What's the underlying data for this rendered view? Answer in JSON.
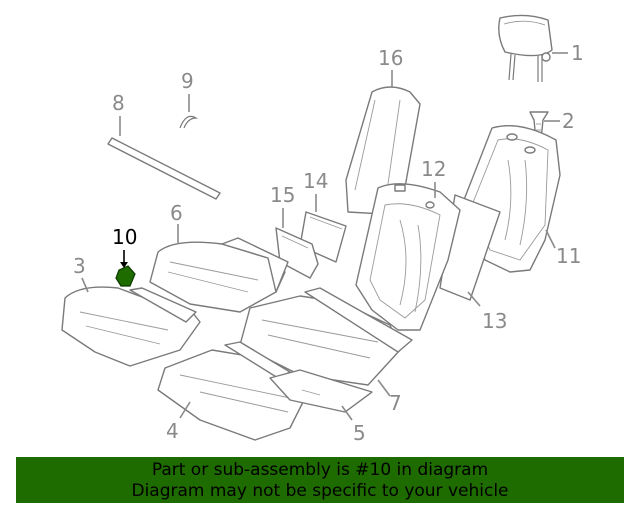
{
  "callouts": [
    {
      "id": "1",
      "label": "1"
    },
    {
      "id": "2",
      "label": "2"
    },
    {
      "id": "3",
      "label": "3"
    },
    {
      "id": "4",
      "label": "4"
    },
    {
      "id": "5",
      "label": "5"
    },
    {
      "id": "6",
      "label": "6"
    },
    {
      "id": "7",
      "label": "7"
    },
    {
      "id": "8",
      "label": "8"
    },
    {
      "id": "9",
      "label": "9"
    },
    {
      "id": "10",
      "label": "10"
    },
    {
      "id": "11",
      "label": "11"
    },
    {
      "id": "12",
      "label": "12"
    },
    {
      "id": "13",
      "label": "13"
    },
    {
      "id": "14",
      "label": "14"
    },
    {
      "id": "15",
      "label": "15"
    },
    {
      "id": "16",
      "label": "16"
    }
  ],
  "highlight_part": "10",
  "colors": {
    "banner": "#1e6b00",
    "highlight_part": "#1e6b00",
    "callout": "#8a8a8a",
    "callout_highlight": "#000000"
  },
  "banner": {
    "line1": "Part or sub-assembly is #10 in diagram",
    "line2": "Diagram may not be specific to your vehicle"
  }
}
